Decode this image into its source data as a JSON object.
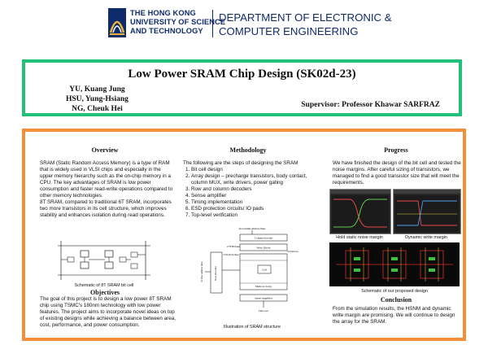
{
  "header": {
    "university": [
      "THE HONG KONG",
      "UNIVERSITY OF SCIENCE",
      "AND TECHNOLOGY"
    ],
    "department": [
      "DEPARTMENT OF ELECTRONIC &",
      "COMPUTER ENGINEERING"
    ]
  },
  "poster": {
    "title": "Low Power SRAM Chip Design (SK02d-23)",
    "authors": [
      "YU, Kuang Jung",
      "HSU, Yung-Hsiang",
      "NG, Cheuk Hei"
    ],
    "supervisor": "Supervisor: Professor Khawar SARFRAZ"
  },
  "overview": {
    "heading": "Overview",
    "para1": "SRAM (Static Random Access Memory) is a type of RAM that is widely used in VLSI chips and especially in the upper memory hierarchy such as the on-chip memory in a CPU. The key advantages of SRAM is low power consumption and faster read-write operations compared to other memory technologies.",
    "para2": "8T SRAM, compared to traditional 6T SRAM, incorporates two more transistors in its cell structure, which improves stability and enhances isolation during read operations.",
    "caption": "Schematic of 8T SRAM bit cell"
  },
  "objectives": {
    "heading": "Objectives",
    "text": "The goal of this project is to design a low power 8T SRAM chip using TSMC's 180nm technology with low power features. The project aims to incorporate novel ideas on top of existing designs while achieving a balance between area, cost, performance, and power consumption."
  },
  "methodology": {
    "heading": "Methodology",
    "intro": "The following are the steps of designing the SRAM",
    "steps": [
      "Bit cell design",
      "Array design – precharge transistors, body contact, column MUX, write drivers, power gating",
      "Row and column decoders",
      "Sense amplifier",
      "Timing implementation",
      "ESD protection circuits/ IO pads",
      "Top-level verification"
    ],
    "caption": "Illustration of SRAM structure",
    "diagram": {
      "col_addr": "In Column address lines",
      "col_dec": "Column decoder",
      "row_addr": "2^N Bit lines",
      "write_drv": "Write Driver",
      "data_in": "Data in",
      "row_dec": "Row Decoder",
      "cell": "Cell",
      "memory": "Memory Array",
      "sense": "Sense Amplifier",
      "data_out": "Data out",
      "row_lines": "2^M Word lines",
      "addr_lines": "In Row address lines"
    }
  },
  "progress": {
    "heading": "Progress",
    "text": "We have finished the design of the bit cell and tested the noise margins. After careful sizing of transistors, we managed to find a good transistor size that will meet the requirements.",
    "cap_hold": "Hold static noise margin",
    "cap_write": "Dynamic write margin",
    "cap_layout": "Schematic of our proposed design"
  },
  "conclusion": {
    "heading": "Conclusion",
    "text": "From the simulation results, the HSNM and dynamic write margin are promising. We will continue to design the array for the SRAM."
  },
  "colors": {
    "title_border": "#22c077",
    "body_border": "#f2913a",
    "brand": "#0f2b6b"
  }
}
